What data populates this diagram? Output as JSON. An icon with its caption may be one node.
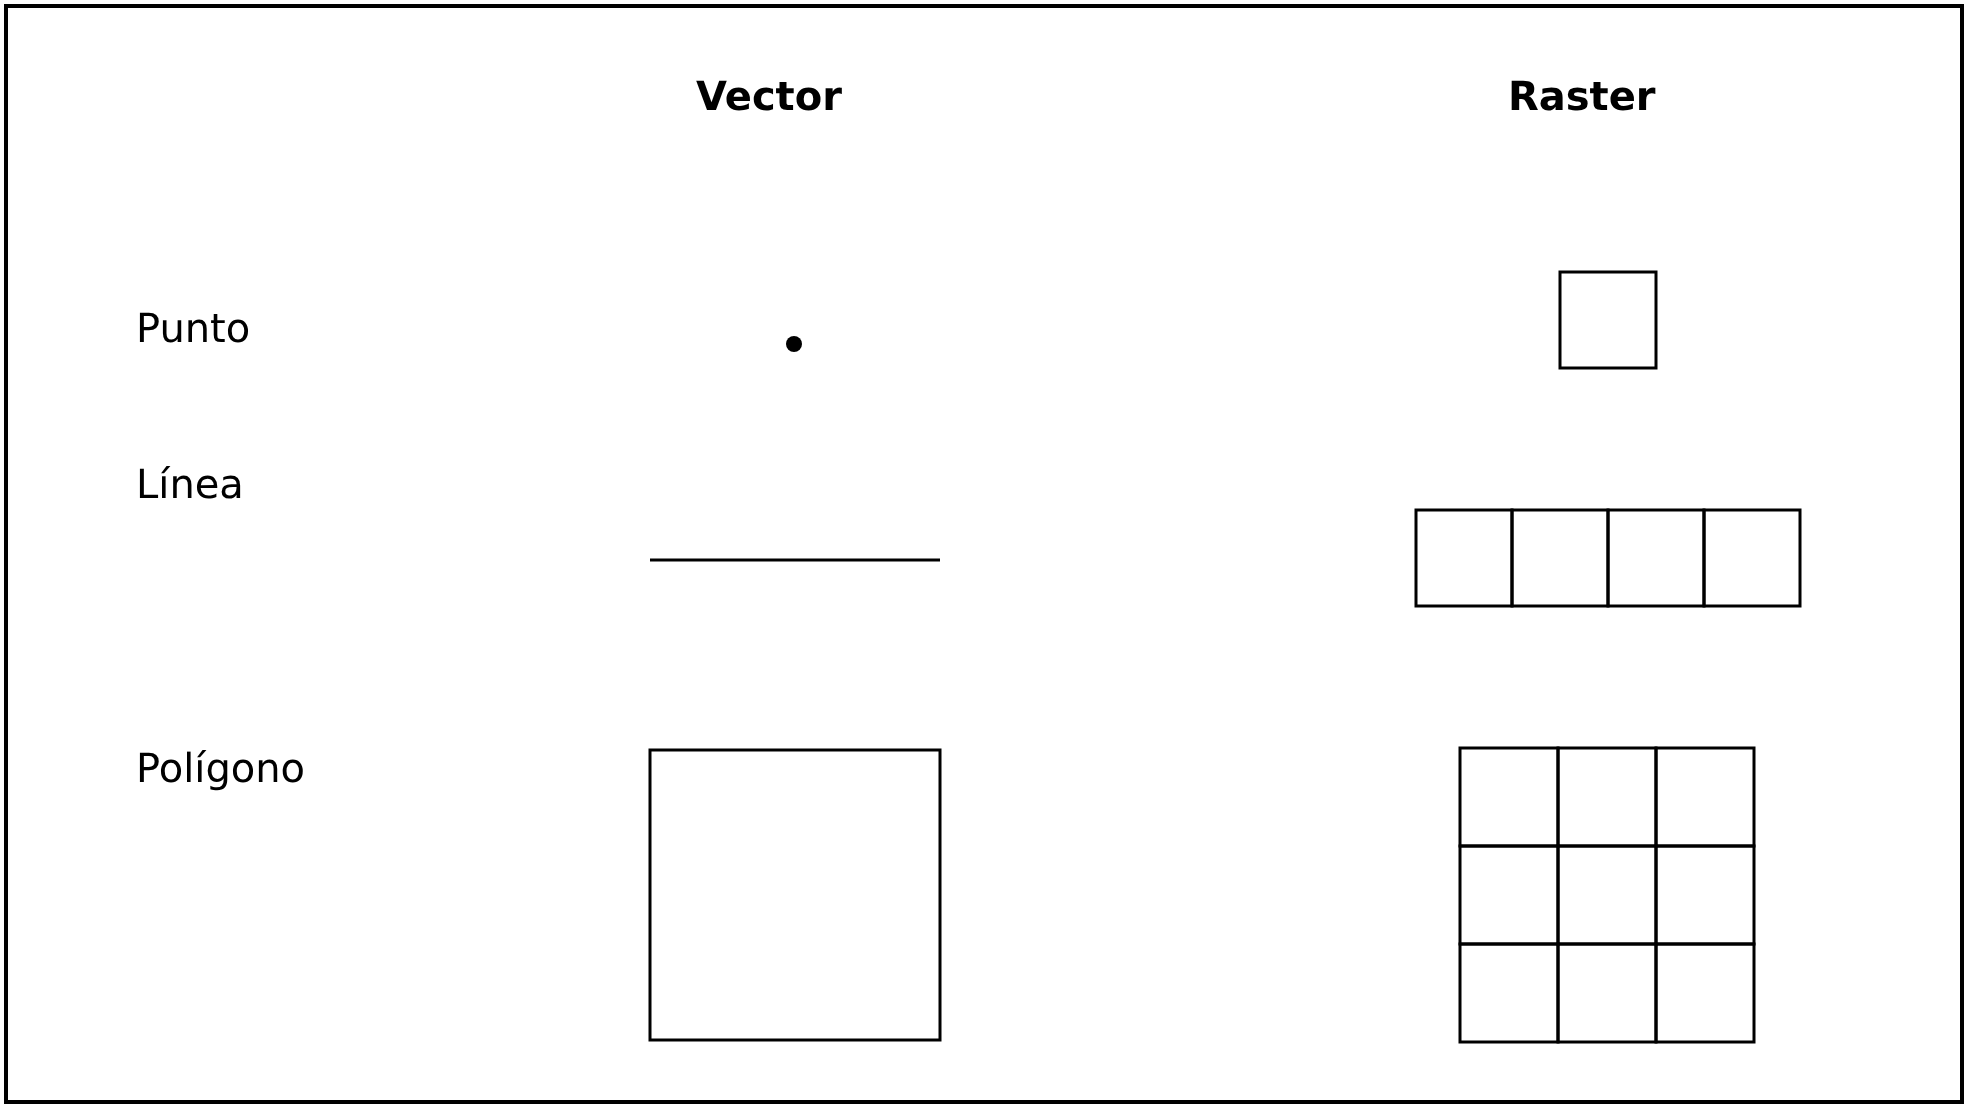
{
  "diagram": {
    "labels": [
      "Vector",
      "Raster",
      "Punto",
      "Línea",
      "Polígono"
    ]
  }
}
